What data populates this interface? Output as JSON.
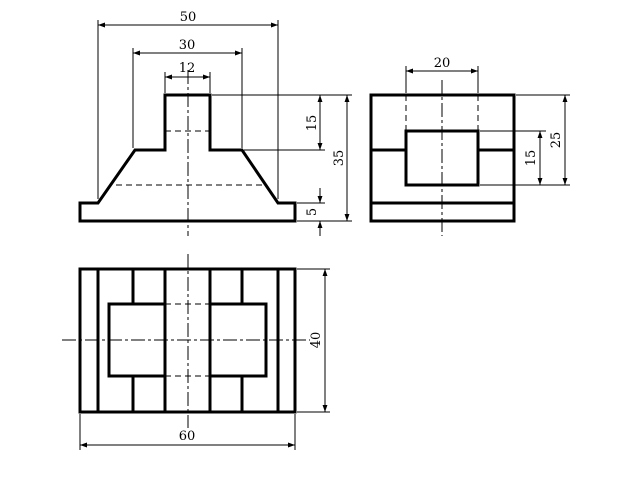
{
  "dimensions": {
    "front_total_width": "50",
    "front_middle_width": "30",
    "front_top_width": "12",
    "front_top_height": "15",
    "front_total_height": "35",
    "front_base_height": "5",
    "side_opening_width": "20",
    "side_opening_height": "15",
    "side_total_height": "25",
    "top_depth": "40",
    "top_total_width": "60"
  }
}
